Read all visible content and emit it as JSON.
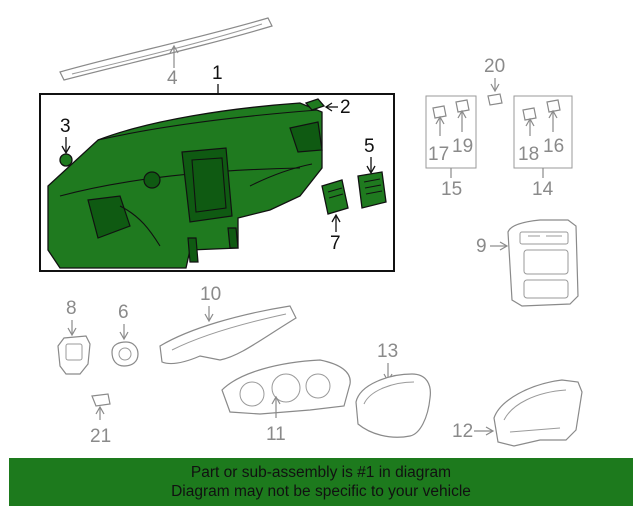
{
  "callouts": {
    "c1": "1",
    "c2": "2",
    "c3": "3",
    "c4": "4",
    "c5": "5",
    "c6": "6",
    "c7": "7",
    "c8": "8",
    "c9": "9",
    "c10": "10",
    "c11": "11",
    "c12": "12",
    "c13": "13",
    "c14": "14",
    "c15": "15",
    "c16": "16",
    "c17": "17",
    "c18": "18",
    "c19": "19",
    "c20": "20",
    "c21": "21"
  },
  "banner": {
    "line1": "Part or sub-assembly is #1 in diagram",
    "line2": "Diagram may not be specific to your vehicle"
  },
  "colors": {
    "highlight": "#1f7a1f",
    "banner": "#1d7a1d",
    "linework": "#8a8a8a"
  }
}
